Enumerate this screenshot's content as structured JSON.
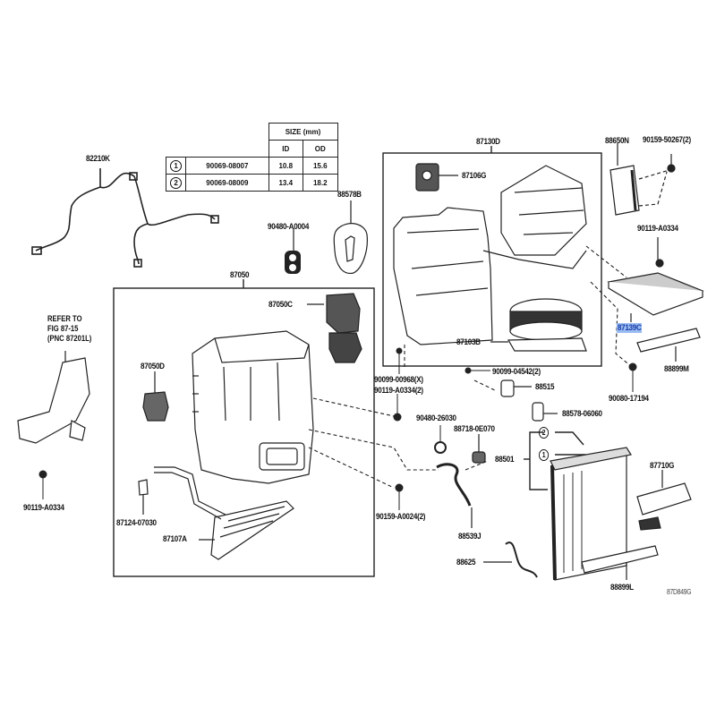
{
  "diagram": {
    "title_code": "87D849G",
    "size_table": {
      "header": "SIZE (mm)",
      "columns": [
        "ID",
        "OD"
      ],
      "rows": [
        {
          "ref": "1",
          "part": "90069-08007",
          "id": "10.8",
          "od": "15.6"
        },
        {
          "ref": "2",
          "part": "90069-08009",
          "id": "13.4",
          "od": "18.2"
        }
      ]
    },
    "refer_note": [
      "REFER TO",
      "FIG 87-15",
      "(PNC 87201L)"
    ],
    "highlight_color": "#9bbcf2",
    "parts": {
      "p82210K": "82210K",
      "p90480A0004": "90480-A0004",
      "p88578B": "88578B",
      "p87050": "87050",
      "p87050C": "87050C",
      "p87050D": "87050D",
      "p87124": "87124-07030",
      "p87107A": "87107A",
      "p90119left": "90119-A0334",
      "p87130D": "87130D",
      "p87106G": "87106G",
      "p87103B": "87103B",
      "p90099_00968": "90099-00968(X)",
      "p90119_2": "90119-A0334(2)",
      "p90099_04542": "90099-04542(2)",
      "p88515": "88515",
      "p90480_26030": "90480-26030",
      "p88718": "88718-0E070",
      "p88578_06060": "88578-06060",
      "p88501": "88501",
      "p90159_A0024": "90159-A0024(2)",
      "p88539J": "88539J",
      "p88625": "88625",
      "p88650N": "88650N",
      "p90159_50267": "90159-50267(2)",
      "p90119right": "90119-A0334",
      "p87139C": "87139C",
      "p88899M": "88899M",
      "p90080": "90080-17194",
      "p87710G": "87710G",
      "p88899L": "88899L",
      "ref1": "1",
      "ref2": "2"
    }
  }
}
